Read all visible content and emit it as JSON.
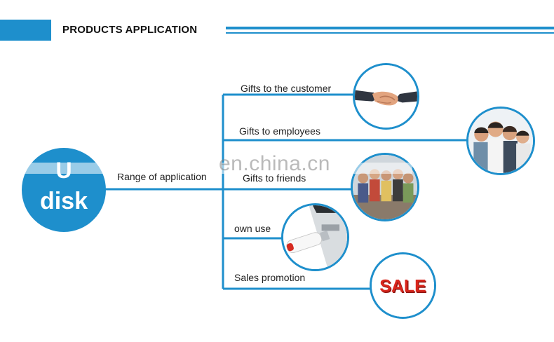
{
  "header": {
    "title": "PRODUCTS APPLICATION"
  },
  "center": {
    "line1": "U",
    "line2": "disk"
  },
  "trunk_label": "Range of application",
  "watermark": "en.china.cn",
  "branches": [
    {
      "label": "Gifts to the customer",
      "image": "handshake-image"
    },
    {
      "label": "Gifts to employees",
      "image": "smiling-employees-image"
    },
    {
      "label": "Gifts to friends",
      "image": "friends-group-image"
    },
    {
      "label": "own use",
      "image": "usb-drive-in-laptop-image"
    },
    {
      "label": "Sales promotion",
      "image": "sale-text-image"
    }
  ],
  "colors": {
    "accent": "#1e8fcc",
    "sale": "#d9261c"
  }
}
